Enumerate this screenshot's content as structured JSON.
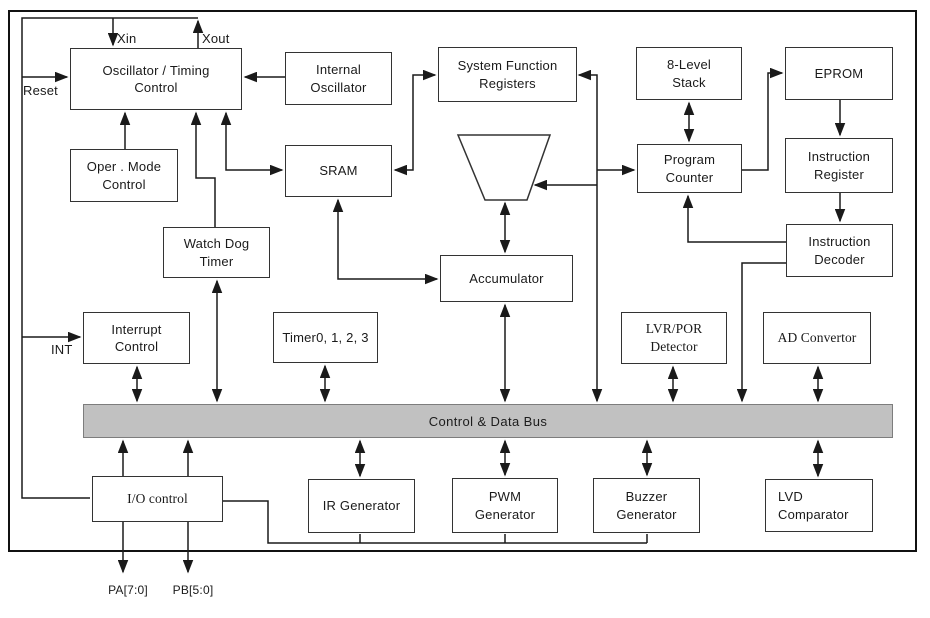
{
  "diagram": {
    "bus_label": "Control & Data Bus",
    "pins": {
      "xin": "Xin",
      "xout": "Xout",
      "reset": "Reset",
      "int": "INT",
      "pa": "PA[7:0]",
      "pb": "PB[5:0]"
    },
    "blocks": {
      "osc_timing": "Oscillator / Timing\nControl",
      "internal_osc": "Internal\nOscillator",
      "sfr": "System Function\nRegisters",
      "stack": "8-Level\nStack",
      "eprom": "EPROM",
      "oper_mode": "Oper . Mode\nControl",
      "sram": "SRAM",
      "alu": "ALU",
      "program_counter": "Program\nCounter",
      "instruction_register": "Instruction\nRegister",
      "watch_dog": "Watch Dog\nTimer",
      "accumulator": "Accumulator",
      "instruction_decoder": "Instruction\nDecoder",
      "interrupt": "Interrupt\nControl",
      "timers": "Timer0, 1, 2, 3",
      "lvr_por": "LVR/POR\nDetector",
      "ad_convertor": "AD Convertor",
      "io_control": "I/O control",
      "ir_gen": "IR Generator",
      "pwm_gen": "PWM\nGenerator",
      "buzzer_gen": "Buzzer\nGenerator",
      "lvd_comp": "LVD\nComparator"
    },
    "colors": {
      "bus_fill": "#c1c1c1",
      "line": "#1a1a1a"
    }
  }
}
